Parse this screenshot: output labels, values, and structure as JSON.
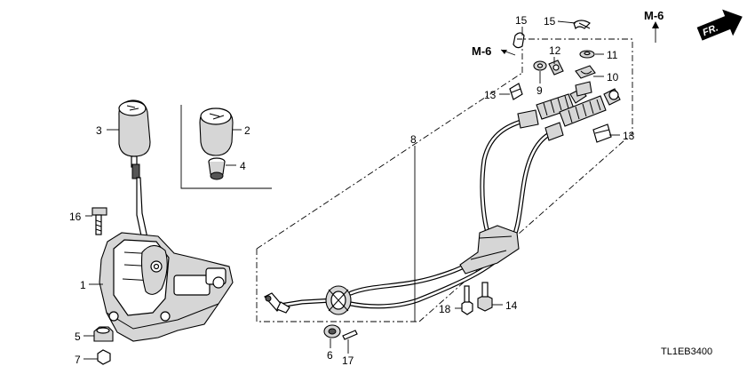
{
  "callouts": {
    "c1": "1",
    "c2": "2",
    "c3": "3",
    "c4": "4",
    "c5": "5",
    "c6": "6",
    "c7": "7",
    "c8": "8",
    "c9": "9",
    "c10": "10",
    "c11": "11",
    "c12": "12",
    "c13a": "13",
    "c13b": "13",
    "c14": "14",
    "c15a": "15",
    "c15b": "15",
    "c16": "16",
    "c17": "17",
    "c18": "18"
  },
  "refs": {
    "m6_left": "M-6",
    "m6_right": "M-6"
  },
  "front_arrow": {
    "label": "FR."
  },
  "diagram_code": "TL1EB3400"
}
